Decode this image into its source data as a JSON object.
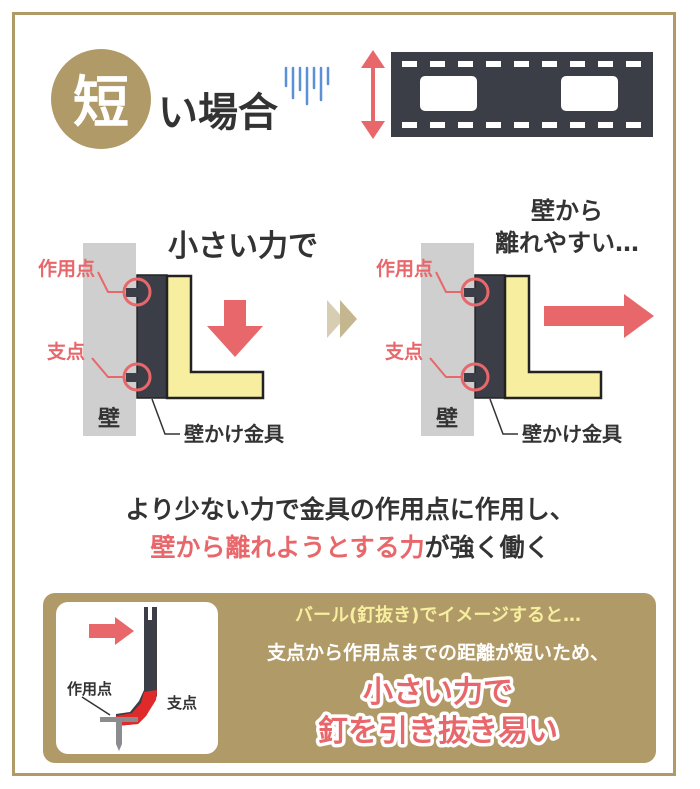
{
  "header": {
    "title_char": "短",
    "title_rest": "い場合"
  },
  "left_diagram": {
    "caption": "小さい力で",
    "action_point_label": "作用点",
    "fulcrum_label": "支点",
    "wall_label": "壁",
    "bracket_label": "壁かけ金具"
  },
  "right_diagram": {
    "caption_line1": "壁から",
    "caption_line2": "離れやすい…",
    "action_point_label": "作用点",
    "fulcrum_label": "支点",
    "wall_label": "壁",
    "bracket_label": "壁かけ金具"
  },
  "summary": {
    "line1": "より少ない力で金具の作用点に作用し、",
    "line2_highlight": "壁から離れようとする力",
    "line2_rest": "が強く働く"
  },
  "crowbar_box": {
    "heading": "バール(釘抜き)でイメージすると…",
    "line1": "支点から作用点までの距離が短いため、",
    "line2": "小さい力で",
    "line3": "釘を引き抜き易い",
    "illustration_action_label": "作用点",
    "illustration_fulcrum_label": "支点"
  },
  "colors": {
    "gold": "#b09a67",
    "accent_red": "#e8676b",
    "bracket_fill": "#f7ee9f",
    "dark": "#3b3e47",
    "wall_gray": "#cfcfcf",
    "rain_blue": "#5b8fd6"
  }
}
